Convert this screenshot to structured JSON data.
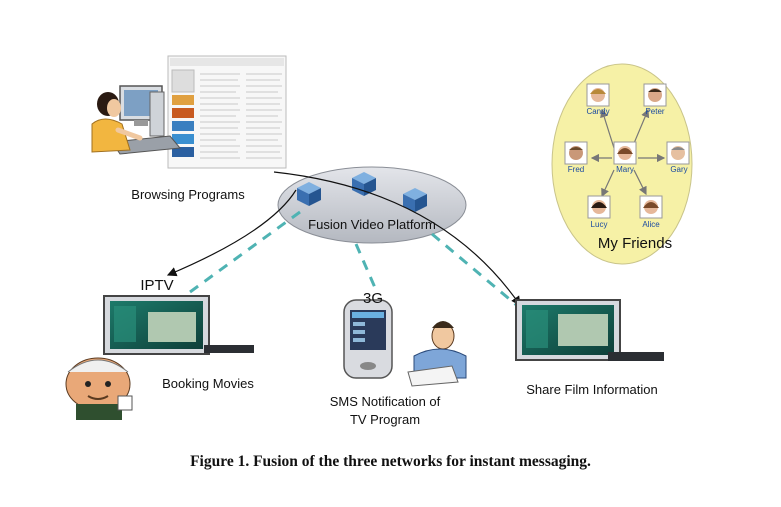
{
  "labels": {
    "browsing": "Browsing Programs",
    "platform": "Fusion Video Platform",
    "iptv": "IPTV",
    "threeg": "3G",
    "booking": "Booking Movies",
    "sms_line1": "SMS Notification of",
    "sms_line2": "TV Program",
    "share": "Share Film Information",
    "friends_title": "My Friends"
  },
  "friends": {
    "candy": "Candy",
    "peter": "Peter",
    "fred": "Fred",
    "mary": "Mary",
    "gary": "Gary",
    "lucy": "Lucy",
    "alice": "Alice"
  },
  "caption": "Figure 1. Fusion of the three networks for instant messaging.",
  "colors": {
    "friends_bg": "#f6f1a6",
    "platform": "#c9ccd3",
    "dashed_link": "#4fb3b3",
    "tv_screen": "#1c6b5e",
    "friend_label": "#1a4aa0"
  }
}
